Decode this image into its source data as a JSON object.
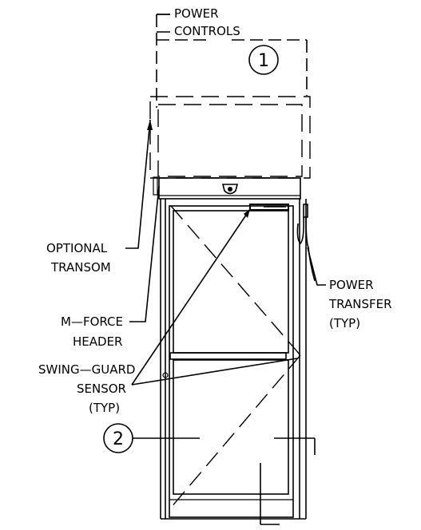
{
  "labels": {
    "power_controls": [
      "POWER",
      "CONTROLS"
    ],
    "optional_transom": [
      "OPTIONAL",
      "TRANSOM"
    ],
    "m_force_header": [
      "M—FORCE",
      "HEADER"
    ],
    "swing_guard_sensor": [
      "SWING—GUARD",
      "SENSOR",
      "(TYP)"
    ],
    "power_transfer": [
      "POWER",
      "TRANSFER",
      "(TYP)"
    ]
  },
  "callouts": {
    "one": "1",
    "two": "2"
  }
}
